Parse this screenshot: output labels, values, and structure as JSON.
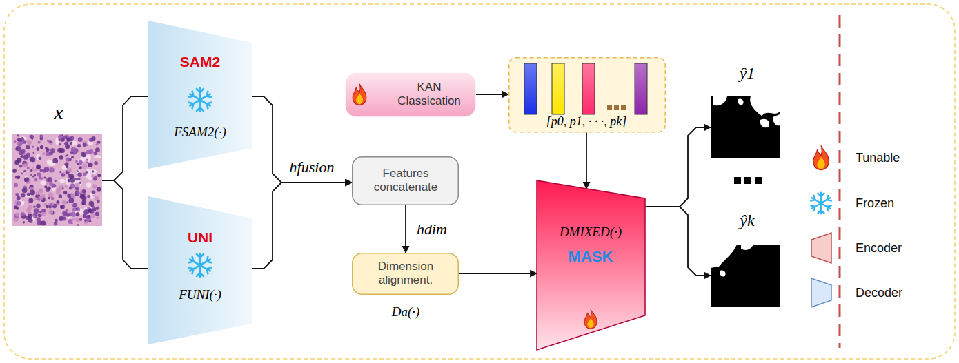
{
  "diagram": {
    "nodes": [
      {
        "text": [
          "x"
        ]
      },
      {
        "text": [
          "SAM2",
          "FSAM2(·)"
        ]
      },
      {
        "text": [
          "UNI",
          "FUNI(·)"
        ]
      },
      {
        "text": [
          "KAN Classication"
        ]
      },
      {
        "text": [
          "[p0, p1, · · ·, pk]"
        ]
      },
      {
        "text": [
          "Features concatenate"
        ]
      },
      {
        "text": [
          "Dimension alignment.",
          "Da(·)"
        ]
      },
      {
        "text": [
          "DMIXED(·)",
          "MASK"
        ]
      },
      {
        "text": [
          "ŷ1"
        ]
      },
      {
        "text": [
          "ŷk"
        ]
      }
    ],
    "edges": [
      {
        "from": 0,
        "to": 1,
        "arrow": "none"
      },
      {
        "from": 0,
        "to": 2,
        "arrow": "none"
      },
      {
        "from": 1,
        "to": 5,
        "arrow": "to",
        "label": "hfusion"
      },
      {
        "from": 2,
        "to": 5,
        "arrow": "to"
      },
      {
        "from": 3,
        "to": 4,
        "arrow": "to"
      },
      {
        "from": 5,
        "to": 6,
        "arrow": "to",
        "label": "hdim"
      },
      {
        "from": 6,
        "to": 7,
        "arrow": "to"
      },
      {
        "from": 4,
        "to": 7,
        "arrow": "to"
      },
      {
        "from": 7,
        "to": 8,
        "arrow": "to"
      },
      {
        "from": 7,
        "to": 9,
        "arrow": "to"
      }
    ],
    "legend": [
      {
        "text": "Tunable"
      },
      {
        "text": "Frozen"
      },
      {
        "text": "Encoder"
      },
      {
        "text": "Decoder"
      }
    ]
  }
}
